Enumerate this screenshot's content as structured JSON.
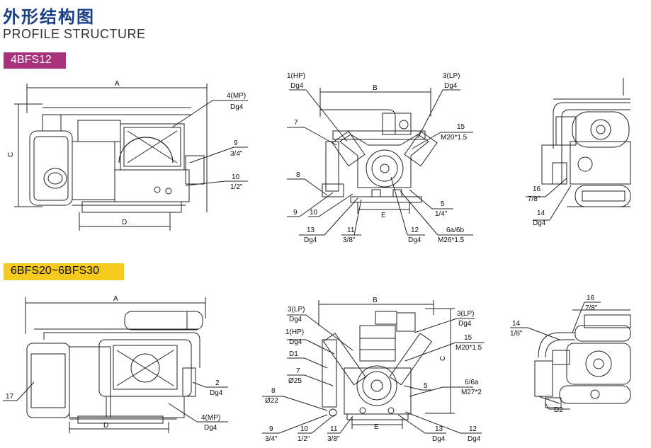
{
  "header": {
    "title_cn": "外形结构图",
    "title_en": "PROFILE STRUCTURE"
  },
  "models": [
    {
      "name": "4BFS12",
      "color": "#a8327b",
      "side_view": {
        "dim_a": "A",
        "dim_c": "C",
        "dim_d": "D",
        "labels": [
          {
            "num": "4(MP)",
            "spec": "Dg4"
          },
          {
            "num": "9",
            "spec": "3/4\""
          },
          {
            "num": "10",
            "spec": "1/2\""
          }
        ]
      },
      "front_view": {
        "dim_b": "B",
        "dim_e": "E",
        "labels": [
          {
            "num": "1(HP)",
            "spec": "Dg4"
          },
          {
            "num": "3(LP)",
            "spec": "Dg4"
          },
          {
            "num": "7",
            "spec": ""
          },
          {
            "num": "15",
            "spec": "M20*1.5"
          },
          {
            "num": "8",
            "spec": ""
          },
          {
            "num": "9",
            "spec": ""
          },
          {
            "num": "10",
            "spec": ""
          },
          {
            "num": "5",
            "spec": "1/4\""
          },
          {
            "num": "13",
            "spec": "Dg4"
          },
          {
            "num": "11",
            "spec": "3/8\""
          },
          {
            "num": "12",
            "spec": "Dg4"
          },
          {
            "num": "6a/6b",
            "spec": "M26*1.5"
          }
        ]
      },
      "rear_view": {
        "labels": [
          {
            "num": "16",
            "spec": "7/8\""
          },
          {
            "num": "14",
            "spec": "Dg4"
          }
        ]
      }
    },
    {
      "name": "6BFS20~6BFS30",
      "color": "#f6c91f",
      "side_view": {
        "dim_a": "A",
        "dim_d": "D",
        "labels": [
          {
            "num": "2",
            "spec": "Dg4"
          },
          {
            "num": "4(MP)",
            "spec": "Dg4"
          },
          {
            "num": "17",
            "spec": ""
          }
        ]
      },
      "front_view": {
        "dim_b": "B",
        "dim_c": "C",
        "dim_e": "E",
        "labels": [
          {
            "num": "3(LP)",
            "spec": "Dg4"
          },
          {
            "num": "3(LP)",
            "spec": "Dg4"
          },
          {
            "num": "1(HP)",
            "spec": "Dg4"
          },
          {
            "num": "15",
            "spec": "M20*1.5"
          },
          {
            "num": "D1",
            "spec": ""
          },
          {
            "num": "7",
            "spec": "Ø25"
          },
          {
            "num": "5",
            "spec": ""
          },
          {
            "num": "6/6a",
            "spec": "M27*2"
          },
          {
            "num": "8",
            "spec": "Ø22"
          },
          {
            "num": "9",
            "spec": "3/4\""
          },
          {
            "num": "10",
            "spec": "1/2\""
          },
          {
            "num": "11",
            "spec": "3/8\""
          },
          {
            "num": "13",
            "spec": "Dg4"
          },
          {
            "num": "12",
            "spec": "Dg4"
          }
        ]
      },
      "rear_view": {
        "labels": [
          {
            "num": "16",
            "spec": "7/8\""
          },
          {
            "num": "14",
            "spec": "1/8\""
          },
          {
            "num": "D2",
            "spec": ""
          }
        ]
      }
    }
  ]
}
